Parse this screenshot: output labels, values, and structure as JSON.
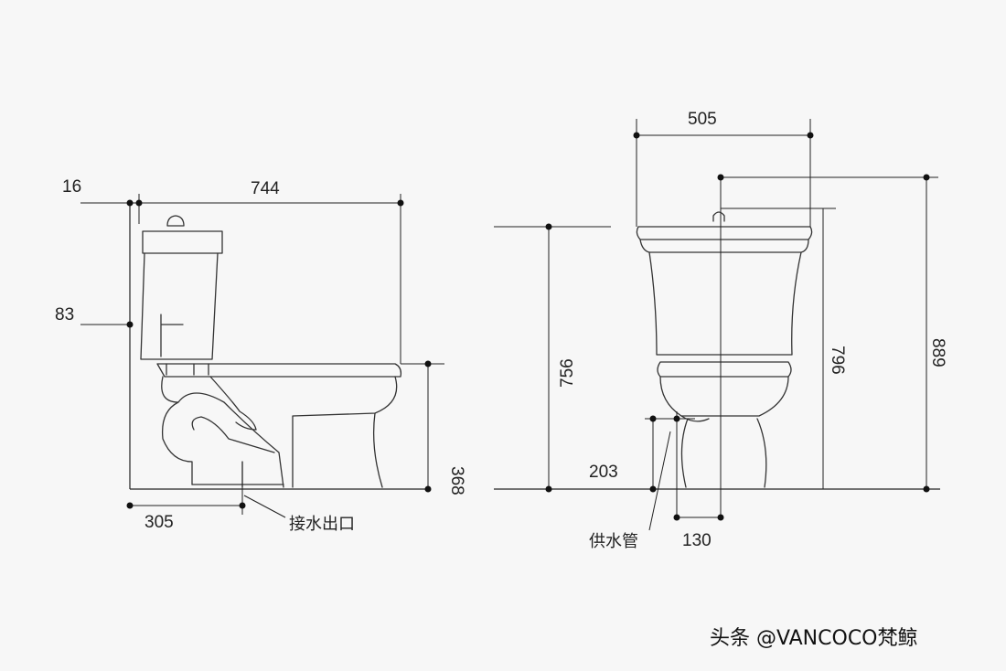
{
  "dimensions": {
    "d16": "16",
    "d744": "744",
    "d83": "83",
    "d305": "305",
    "d368": "368",
    "d756": "756",
    "d505": "505",
    "d203": "203",
    "d796": "796",
    "d889": "889",
    "d130": "130"
  },
  "labels": {
    "drain_outlet": "接水出口",
    "water_supply": "供水管"
  },
  "watermark": "头条 @VANCOCO梵鲸"
}
